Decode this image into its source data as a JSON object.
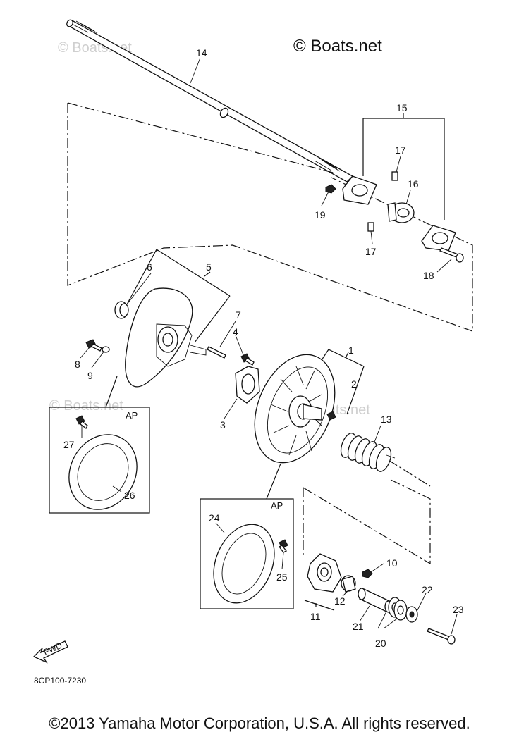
{
  "watermark_top": "© Boats.net",
  "watermark_faint": "© Boats.net",
  "diagram_code": "8CP100-7230",
  "copyright": "©2013 Yamaha Motor Corporation, U.S.A. All rights reserved.",
  "fwd_label": "FWD",
  "ap_label": "AP",
  "callouts": [
    "1",
    "2",
    "3",
    "4",
    "5",
    "6",
    "7",
    "8",
    "9",
    "10",
    "11",
    "12",
    "13",
    "14",
    "15",
    "16",
    "17",
    "17",
    "18",
    "19",
    "20",
    "21",
    "22",
    "23",
    "24",
    "25",
    "26",
    "27"
  ]
}
